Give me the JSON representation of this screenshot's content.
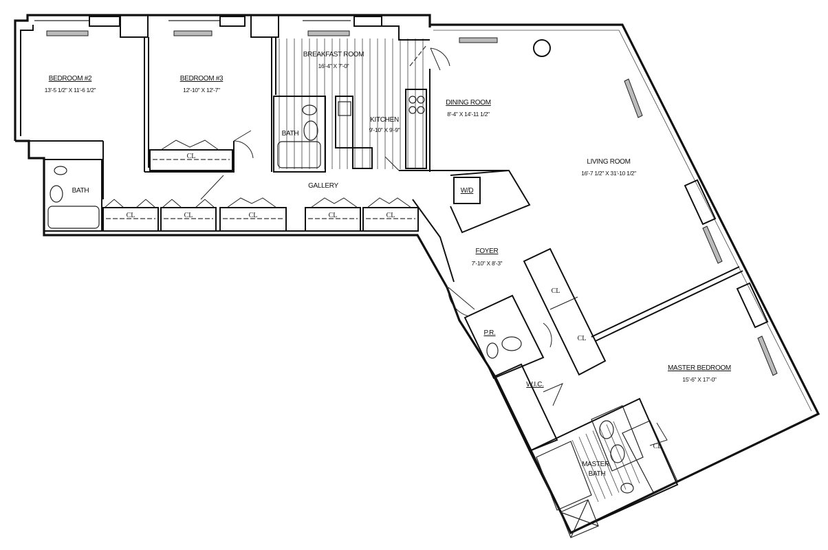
{
  "plan": {
    "type": "apartment floor plan",
    "rooms": [
      {
        "id": "bedroom2",
        "name": "BEDROOM #2",
        "dimensions": "13'-5 1/2\" X 11'-6 1/2\""
      },
      {
        "id": "bedroom3",
        "name": "BEDROOM #3",
        "dimensions": "12'-10\" X 12'-7\""
      },
      {
        "id": "breakfast",
        "name": "BREAKFAST ROOM",
        "dimensions": "16'-4\" X 7'-0\""
      },
      {
        "id": "kitchen",
        "name": "KITCHEN",
        "dimensions": "9'-10\" X 9'-9\""
      },
      {
        "id": "dining",
        "name": "DINING ROOM",
        "dimensions": "8'-4\" X 14'-11 1/2\""
      },
      {
        "id": "living",
        "name": "LIVING ROOM",
        "dimensions": "16'-7 1/2\" X 31'-10 1/2\""
      },
      {
        "id": "foyer",
        "name": "FOYER",
        "dimensions": "7'-10\" X 8'-3\""
      },
      {
        "id": "master",
        "name": "MASTER BEDROOM",
        "dimensions": "15'-6\" X 17'-0\""
      }
    ],
    "labels": {
      "bath_hall": "BATH",
      "bath_left": "BATH",
      "gallery": "GALLERY",
      "wd": "W/D",
      "pr": "P.R.",
      "wic": "W.I.C.",
      "master_bath_1": "MASTER",
      "master_bath_2": "BATH",
      "closet": "CL"
    }
  }
}
